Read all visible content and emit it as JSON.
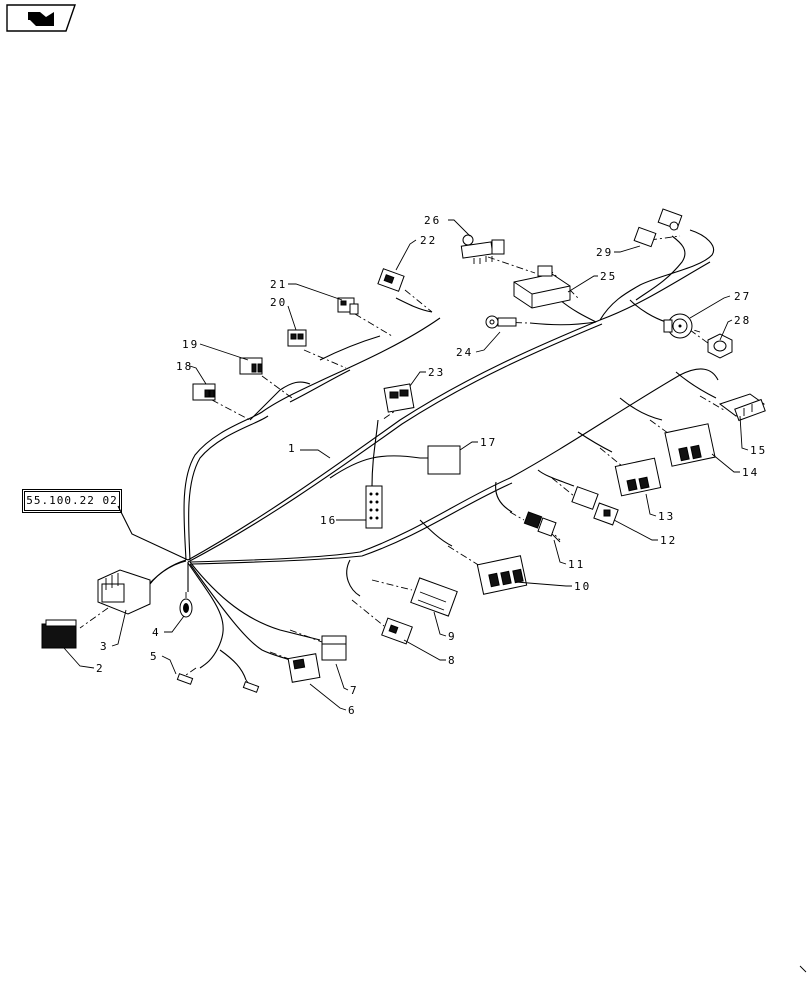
{
  "header": {
    "nav_icon": "return-arrow-icon"
  },
  "reference": {
    "label": "55.100.22 02"
  },
  "callouts": [
    {
      "id": "c1",
      "text": "1"
    },
    {
      "id": "c2",
      "text": "2"
    },
    {
      "id": "c3",
      "text": "3"
    },
    {
      "id": "c4",
      "text": "4"
    },
    {
      "id": "c5",
      "text": "5"
    },
    {
      "id": "c6",
      "text": "6"
    },
    {
      "id": "c7",
      "text": "7"
    },
    {
      "id": "c8",
      "text": "8"
    },
    {
      "id": "c9",
      "text": "9"
    },
    {
      "id": "c10",
      "text": "10"
    },
    {
      "id": "c11",
      "text": "11"
    },
    {
      "id": "c12",
      "text": "12"
    },
    {
      "id": "c13",
      "text": "13"
    },
    {
      "id": "c14",
      "text": "14"
    },
    {
      "id": "c15",
      "text": "15"
    },
    {
      "id": "c16",
      "text": "16"
    },
    {
      "id": "c17",
      "text": "17"
    },
    {
      "id": "c18",
      "text": "18"
    },
    {
      "id": "c19",
      "text": "19"
    },
    {
      "id": "c20",
      "text": "20"
    },
    {
      "id": "c21",
      "text": "21"
    },
    {
      "id": "c22",
      "text": "22"
    },
    {
      "id": "c23",
      "text": "23"
    },
    {
      "id": "c24",
      "text": "24"
    },
    {
      "id": "c25",
      "text": "25"
    },
    {
      "id": "c26",
      "text": "26"
    },
    {
      "id": "c27",
      "text": "27"
    },
    {
      "id": "c28",
      "text": "28"
    },
    {
      "id": "c29",
      "text": "29"
    }
  ]
}
